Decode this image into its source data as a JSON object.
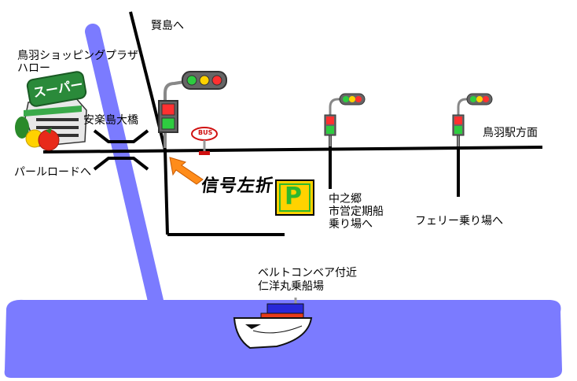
{
  "labels": {
    "kashikojima": "賢島へ",
    "supermarket_line1": "鳥羽ショッピングプラザ",
    "supermarket_line2": "ハロー",
    "supermarket_sign": "スーパー",
    "bridge": "安楽島大橋",
    "pearl_road": "パールロードへ",
    "toba_station": "鳥羽駅方面",
    "turn_left": "信号左折",
    "nakanogo_line1": "中之郷",
    "nakanogo_line2": "市営定期船",
    "nakanogo_line3": "乗り場へ",
    "ferry": "フェリー乗り場へ",
    "conveyor_line1": "ベルトコンベア付近",
    "conveyor_line2": "仁洋丸乗船場",
    "bus_sign": "BUS",
    "parking": "P"
  },
  "colors": {
    "road": "#000000",
    "water": "#7b7bff",
    "river": "#7b7bff",
    "parking_bg": "#ffd200",
    "parking_fg": "#2db82d",
    "arrow": "#ff8c1a",
    "ship_red": "#e83a1a",
    "ship_blue": "#2828d8"
  },
  "icons": [
    "traffic-light-icon",
    "bus-stop-icon",
    "parking-icon",
    "supermarket-icon",
    "ship-icon",
    "turn-arrow-icon"
  ]
}
